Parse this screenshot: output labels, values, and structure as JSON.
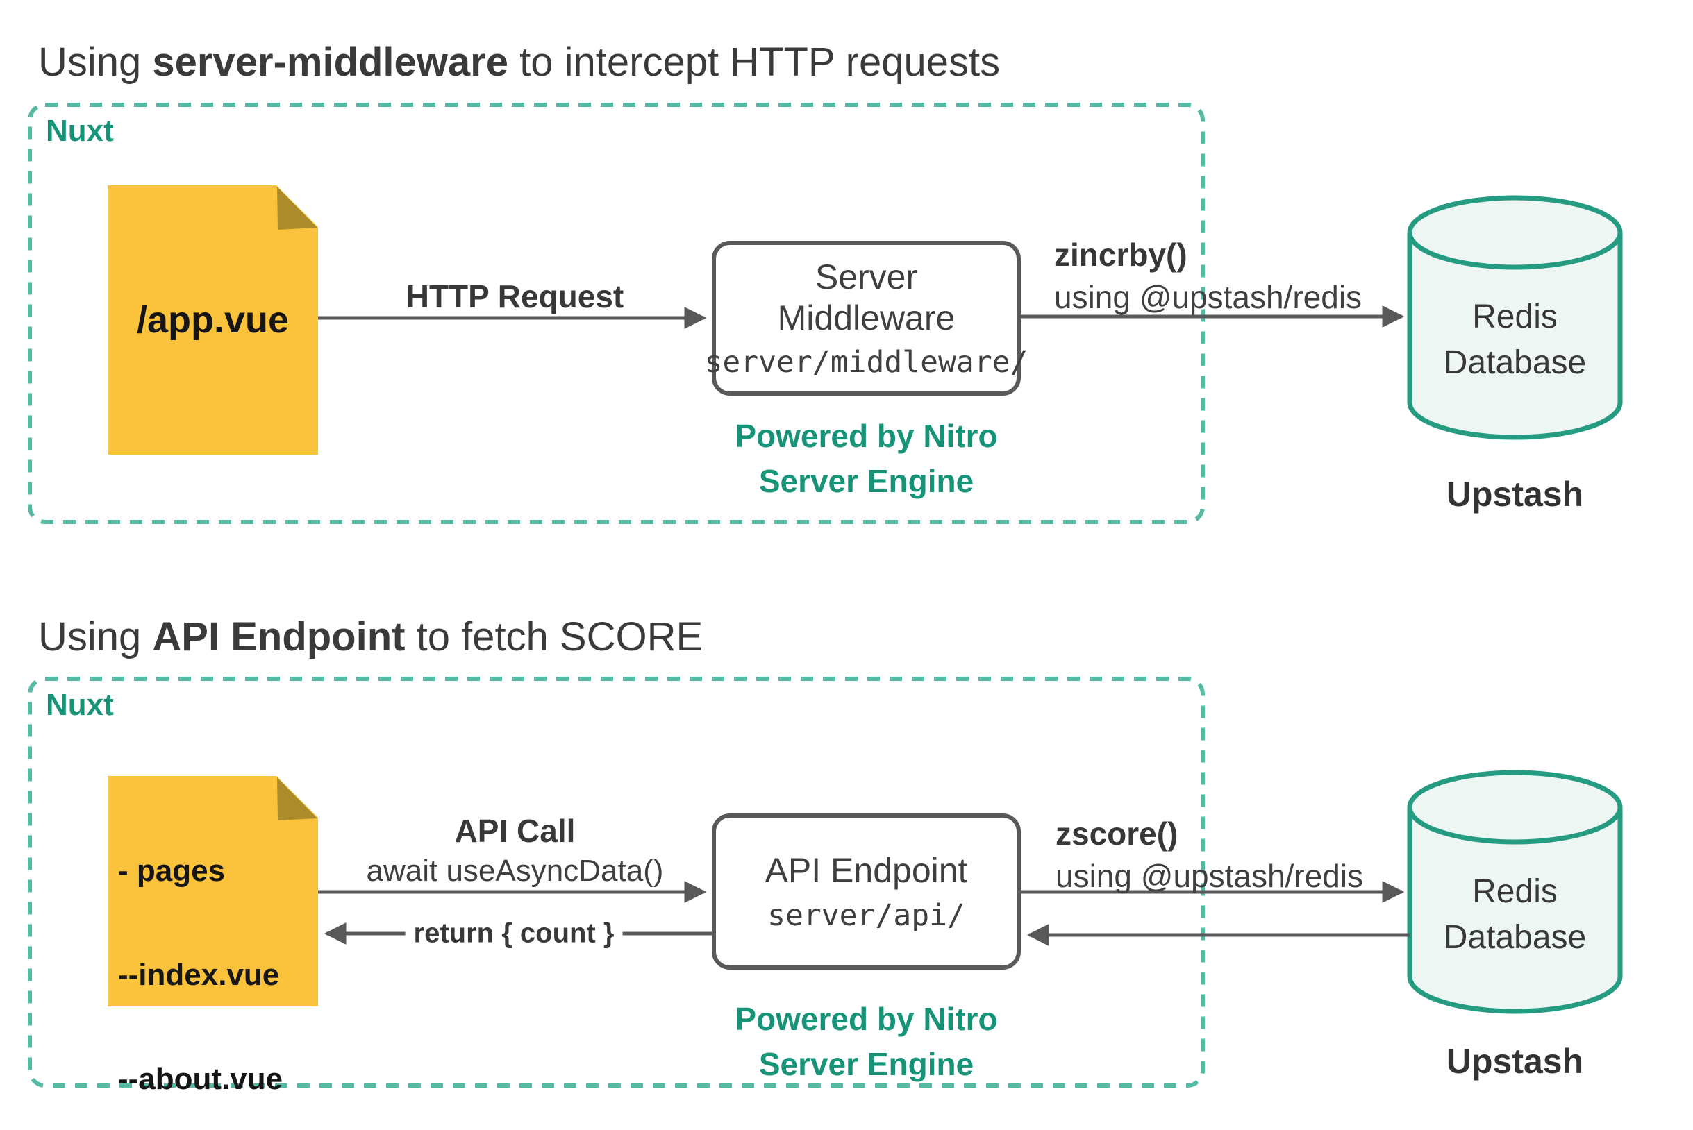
{
  "colors": {
    "teal_text": "#179478",
    "teal_dashed_border": "#55b9a6",
    "cylinder_stroke": "#259b82",
    "cylinder_fill": "#edf6f2",
    "file_yellow": "#fbc33c",
    "file_fold": "#ab8b2a",
    "arrow_gray": "#595959",
    "text_dark": "#3a3a3a"
  },
  "section1": {
    "title": {
      "prefix": "Using ",
      "bold": "server-middleware",
      "suffix": " to intercept HTTP requests"
    },
    "container_label": "Nuxt",
    "file": {
      "label": "/app.vue"
    },
    "request_arrow": {
      "label": "HTTP Request"
    },
    "middleware_box": {
      "line1": "Server",
      "line2": "Middleware",
      "code": "server/middleware/"
    },
    "nitro_caption": {
      "line1": "Powered by Nitro",
      "line2": "Server Engine"
    },
    "zincrby_arrow": {
      "label_bold": "zincrby()",
      "label_sub": "using @upstash/redis"
    },
    "database": {
      "line1": "Redis",
      "line2": "Database",
      "caption": "Upstash"
    }
  },
  "section2": {
    "title": {
      "prefix": "Using ",
      "bold": "API Endpoint",
      "suffix": " to fetch SCORE"
    },
    "container_label": "Nuxt",
    "file": {
      "line1": "- pages",
      "line2": "--index.vue",
      "line3": "--about.vue"
    },
    "call_arrow": {
      "label": "API Call",
      "sub": "await useAsyncData()"
    },
    "return_arrow": {
      "label": "return { count }"
    },
    "endpoint_box": {
      "line1": "API Endpoint",
      "code": "server/api/"
    },
    "nitro_caption": {
      "line1": "Powered by Nitro",
      "line2": "Server Engine"
    },
    "zscore_arrow": {
      "label_bold": "zscore()",
      "label_sub": "using @upstash/redis"
    },
    "database": {
      "line1": "Redis",
      "line2": "Database",
      "caption": "Upstash"
    }
  }
}
